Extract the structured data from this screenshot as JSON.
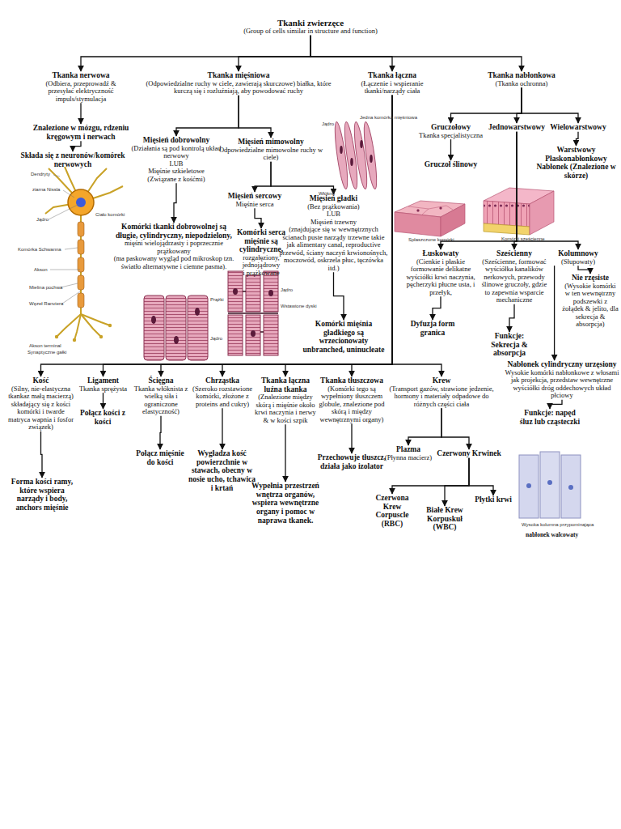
{
  "diagram": {
    "nodes": [
      {
        "text": [
          "Tkanki zwierzęce",
          "(Group of cells similar in structure and function)"
        ]
      },
      {
        "text": [
          "Tkanka nerwowa",
          "(Odbiera, przeprowadź & przesyłać elektryczność impuls/stymulacja"
        ]
      },
      {
        "text": [
          "Znalezione w mózgu, rdzeniu kręgowym i nerwach"
        ]
      },
      {
        "text": [
          "Składa się z neuronów/komórek nerwowych"
        ]
      },
      {
        "text": [
          "Tkanka mięśniowa",
          "(Odpowiedzialne ruchy w ciele, zawierają skurczowe) białka, które kurczą się i rozluźniają, aby powodować ruchy"
        ]
      },
      {
        "text": [
          "Tkanka łączna",
          "(Łączenie i wspieranie tkanki/narządy ciała"
        ]
      },
      {
        "text": [
          "Tkanka nabłonkowa",
          "(Tkanka ochronna)"
        ]
      },
      {
        "text": [
          "Mięsień dobrowolny",
          "(Działania są pod kontrolą układ nerwowy",
          "LUB",
          "Mięśnie szkieletowe",
          "(Związane z kośćmi)"
        ]
      },
      {
        "text": [
          "Mięsień mimowolny",
          "Odpowiedzialne mimowolne ruchy w ciele)"
        ]
      },
      {
        "text": [
          "Komórki tkanki dobrowolnej są długie, cylindryczny, niepodzielony,",
          "mięśni wielojądrzasty i poprzecznie prążkowany",
          "(ma paskowany wygląd pod mikroskop tzn. światło alternatywne i ciemne pasma)."
        ]
      },
      {
        "text": [
          "Mięsień sercowy",
          "Mięśnie serca"
        ]
      },
      {
        "text": [
          "Mięsień gładki",
          "(Bez prążkowania)",
          "LUB",
          "Mięsień trzewny",
          "(znajdujące się w wewnętrznych ścianach puste narządy trzewne takie jak alimentary canal, reproductive",
          "przewód, ściany naczyń krwionośnych, moczowód, oskrzela płuc, tęczówka itd.)"
        ]
      },
      {
        "text": [
          "Komórki serca mięśnie są cylindryczne,",
          "rozgałęziony, jednojądrowy",
          "i prążkowane"
        ]
      },
      {
        "text": [
          "Komórki mięśnia gładkiego są wrzecionowaty unbranched, uninucleate"
        ]
      },
      {
        "text": [
          "Kość",
          "(Silny, nie-elastyczna tkankaz małą macierzą)",
          "składający się z kości komórki i twarde matryca wapnia i fosfor związek)"
        ]
      },
      {
        "text": [
          "Forma kości ramy, które wspiera narządy i body, anchors mięśnie"
        ]
      },
      {
        "text": [
          "Ligament",
          "Tkanka sprężysta"
        ]
      },
      {
        "text": [
          "Połącz kości z kości"
        ]
      },
      {
        "text": [
          "Ścięgna",
          "Tkanka włóknista z wielką siła i ograniczone elastyczność)"
        ]
      },
      {
        "text": [
          "Połącz mięśnie do kości"
        ]
      },
      {
        "text": [
          "Chrząstka",
          "(Szeroko rozstawione komórki, złożone z proteins and cukry)"
        ]
      },
      {
        "text": [
          "Wygładza kość powierzchnie w stawach, obecny w nosie ucho, tchawica i krtań"
        ]
      },
      {
        "text": [
          "Tkanka łączna luźna tkanka",
          "(Znalezione między skórą i mięśnie około krwi naczynia i nerwy & w kości szpik"
        ]
      },
      {
        "text": [
          "Wypełnia przestrzeń wnętrza organów, wspiera wewnętrzne organy i pomoc w naprawa tkanek."
        ]
      },
      {
        "text": [
          "Tkanka tłuszczowa",
          "(Komórki tego są wypełniony tłuszczem globule, znalezione pod skórą i między wewnętrznymi organy)"
        ]
      },
      {
        "text": [
          "Przechowuje tłuszcz, działa jako izolator"
        ]
      },
      {
        "text": [
          "Krew",
          "(Transport gazów, strawione jedzenie, hormony i materiały odpadowe do różnych części ciała"
        ]
      },
      {
        "text": [
          "Plazma",
          "(Płynna macierz)"
        ]
      },
      {
        "text": [
          "Czerwony Krwinek"
        ]
      },
      {
        "text": [
          "Czerwona Krew Corpuscle (RBC)"
        ]
      },
      {
        "text": [
          "Białe Krew Korpuskuł (WBC)"
        ]
      },
      {
        "text": [
          "Płytki krwi"
        ]
      },
      {
        "text": [
          "Gruczołowy",
          "Tkanka specjalistyczna"
        ]
      },
      {
        "text": [
          "Gruczoł ślinowy"
        ]
      },
      {
        "text": [
          "Jednowarstwowy"
        ]
      },
      {
        "text": [
          "Wielowarstwowy"
        ]
      },
      {
        "text": [
          "Warstwowy Płaskonabłonkowy Nabłonek (Znalezione w skórze)"
        ]
      },
      {
        "text": [
          "Łuskowaty",
          "(Cienkie i płaskie formowanie delikatne wyściółki krwi naczynia, pęcherzyki płucne usta, i przełyk,"
        ]
      },
      {
        "text": [
          "Dyfuzja form granica"
        ]
      },
      {
        "text": [
          "Sześcienny",
          "(Sześcienne, formować wyściółka kanalików nerkowych, przewody ślinowe gruczoły, gdzie to zapewnia wsparcie mechaniczne"
        ]
      },
      {
        "text": [
          "Funkcje: Sekrecja & absorpcja"
        ]
      },
      {
        "text": [
          "Kolumnowy",
          "(Słupowaty)"
        ]
      },
      {
        "text": [
          "Nie rzęsiste",
          "(Wysokie komórki w ten wewnętrzny podszewki z żołądek & jelito, dla sekrecja & absorpcja)"
        ]
      },
      {
        "text": [
          "Nabłonek cylindryczny urzęsiony",
          "Wysokie komórki nabłonkowe z włosami jak projekcja, przedstaw wewnętrzne wyściółki dróg oddechowych układ płciowy"
        ]
      },
      {
        "text": [
          "Funkcje: napęd śluz lub cząsteczki"
        ]
      }
    ],
    "edges": [
      {
        "from": 0,
        "to": 1,
        "arrow": "to"
      },
      {
        "from": 0,
        "to": 4,
        "arrow": "to"
      },
      {
        "from": 0,
        "to": 5,
        "arrow": "to"
      },
      {
        "from": 0,
        "to": 6,
        "arrow": "to"
      },
      {
        "from": 1,
        "to": 2,
        "arrow": "to"
      },
      {
        "from": 2,
        "to": 3,
        "arrow": "to"
      },
      {
        "from": 4,
        "to": 7,
        "arrow": "to"
      },
      {
        "from": 4,
        "to": 8,
        "arrow": "to"
      },
      {
        "from": 7,
        "to": 9,
        "arrow": "to"
      },
      {
        "from": 8,
        "to": 10,
        "arrow": "to"
      },
      {
        "from": 8,
        "to": 11,
        "arrow": "to"
      },
      {
        "from": 10,
        "to": 12,
        "arrow": "to"
      },
      {
        "from": 11,
        "to": 13,
        "arrow": "to"
      },
      {
        "from": 5,
        "to": 14,
        "arrow": "to"
      },
      {
        "from": 5,
        "to": 16,
        "arrow": "to"
      },
      {
        "from": 5,
        "to": 18,
        "arrow": "to"
      },
      {
        "from": 5,
        "to": 20,
        "arrow": "to"
      },
      {
        "from": 5,
        "to": 22,
        "arrow": "to"
      },
      {
        "from": 5,
        "to": 24,
        "arrow": "to"
      },
      {
        "from": 5,
        "to": 26,
        "arrow": "to"
      },
      {
        "from": 14,
        "to": 15,
        "arrow": "to"
      },
      {
        "from": 16,
        "to": 17,
        "arrow": "to"
      },
      {
        "from": 18,
        "to": 19,
        "arrow": "to"
      },
      {
        "from": 20,
        "to": 21,
        "arrow": "to"
      },
      {
        "from": 22,
        "to": 23,
        "arrow": "to"
      },
      {
        "from": 24,
        "to": 25,
        "arrow": "to"
      },
      {
        "from": 26,
        "to": 27,
        "arrow": "to"
      },
      {
        "from": 26,
        "to": 28,
        "arrow": "to"
      },
      {
        "from": 28,
        "to": 29,
        "arrow": "to"
      },
      {
        "from": 28,
        "to": 30,
        "arrow": "to"
      },
      {
        "from": 28,
        "to": 31,
        "arrow": "to"
      },
      {
        "from": 6,
        "to": 32,
        "arrow": "to"
      },
      {
        "from": 6,
        "to": 34,
        "arrow": "to"
      },
      {
        "from": 6,
        "to": 35,
        "arrow": "to"
      },
      {
        "from": 32,
        "to": 33,
        "arrow": "to"
      },
      {
        "from": 35,
        "to": 36,
        "arrow": "to"
      },
      {
        "from": 34,
        "to": 37,
        "arrow": "to"
      },
      {
        "from": 34,
        "to": 39,
        "arrow": "to"
      },
      {
        "from": 34,
        "to": 41,
        "arrow": "to"
      },
      {
        "from": 37,
        "to": 38,
        "arrow": "to"
      },
      {
        "from": 39,
        "to": 40,
        "arrow": "to"
      },
      {
        "from": 41,
        "to": 42,
        "arrow": "to"
      },
      {
        "from": 41,
        "to": 43,
        "arrow": "to"
      },
      {
        "from": 43,
        "to": 44,
        "arrow": "to"
      }
    ],
    "labels": [
      "Dendryty",
      "ziarna Nissla",
      "Ciało komórki",
      "Jądro",
      "Komórka Schwanna",
      "Akson",
      "Mielina pochwa",
      "Węzeł Ranviera",
      "Akson terminal",
      "Synaptyczne gałki",
      "Jądro",
      "Jedna komórka mięśniowa",
      "Włókno",
      "Prążki",
      "Jądro",
      "Jądro",
      "Wstawione dyski",
      "Spłaszczone komórki",
      "Komórki sześcienne",
      "Wysoka kolumna przypominająca",
      "nabłonek walcowaty"
    ]
  }
}
